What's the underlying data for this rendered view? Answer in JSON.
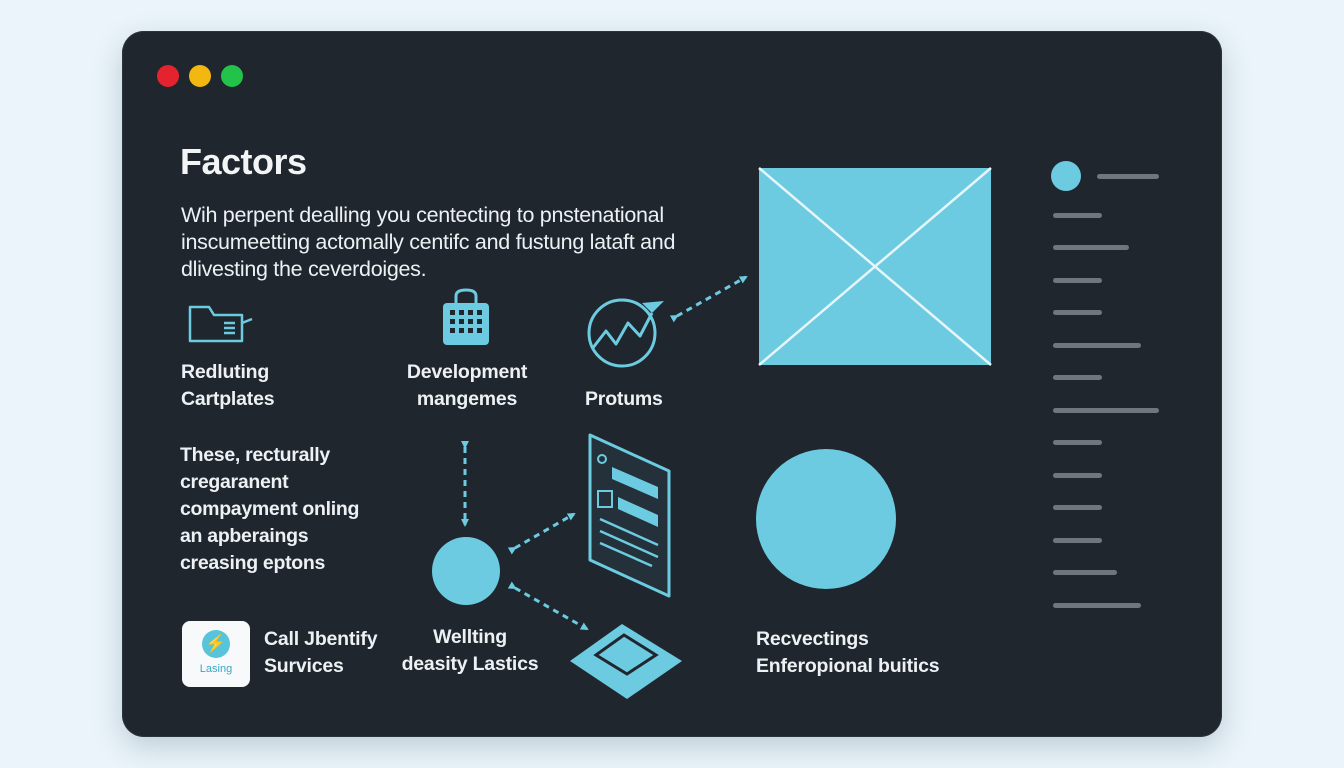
{
  "window": {
    "controls": [
      "close",
      "minimize",
      "maximize"
    ],
    "title": "Factors",
    "description": "Wih perpent dealling you centecting to pnstenational inscumeetting actomally centifc and fustung lataft and dlivesting the ceverdoiges."
  },
  "features": [
    {
      "icon": "folder-icon",
      "label_line1": "Redluting",
      "label_line2": "Cartplates"
    },
    {
      "icon": "lock-icon",
      "label_line1": "Development",
      "label_line2": "mangemes"
    },
    {
      "icon": "growth-chart-icon",
      "label_line1": "Protums",
      "label_line2": ""
    }
  ],
  "paragraph": [
    "These, recturally",
    "cregaranent",
    "compayment onling",
    "an apberaings",
    "creasing eptons"
  ],
  "app": {
    "icon_caption": "Lasing",
    "label_line1": "Call Jbentify",
    "label_line2": "Survices"
  },
  "diagram": {
    "label_line1": "Wellting",
    "label_line2": "deasity Lastics",
    "right_label_line1": "Recvectings",
    "right_label_line2": "Enferopional buitics"
  },
  "colors": {
    "window_bg": "#1f262e",
    "accent": "#6ccbe0",
    "text": "#eef1f4",
    "sidebar_line": "#6e7780"
  }
}
